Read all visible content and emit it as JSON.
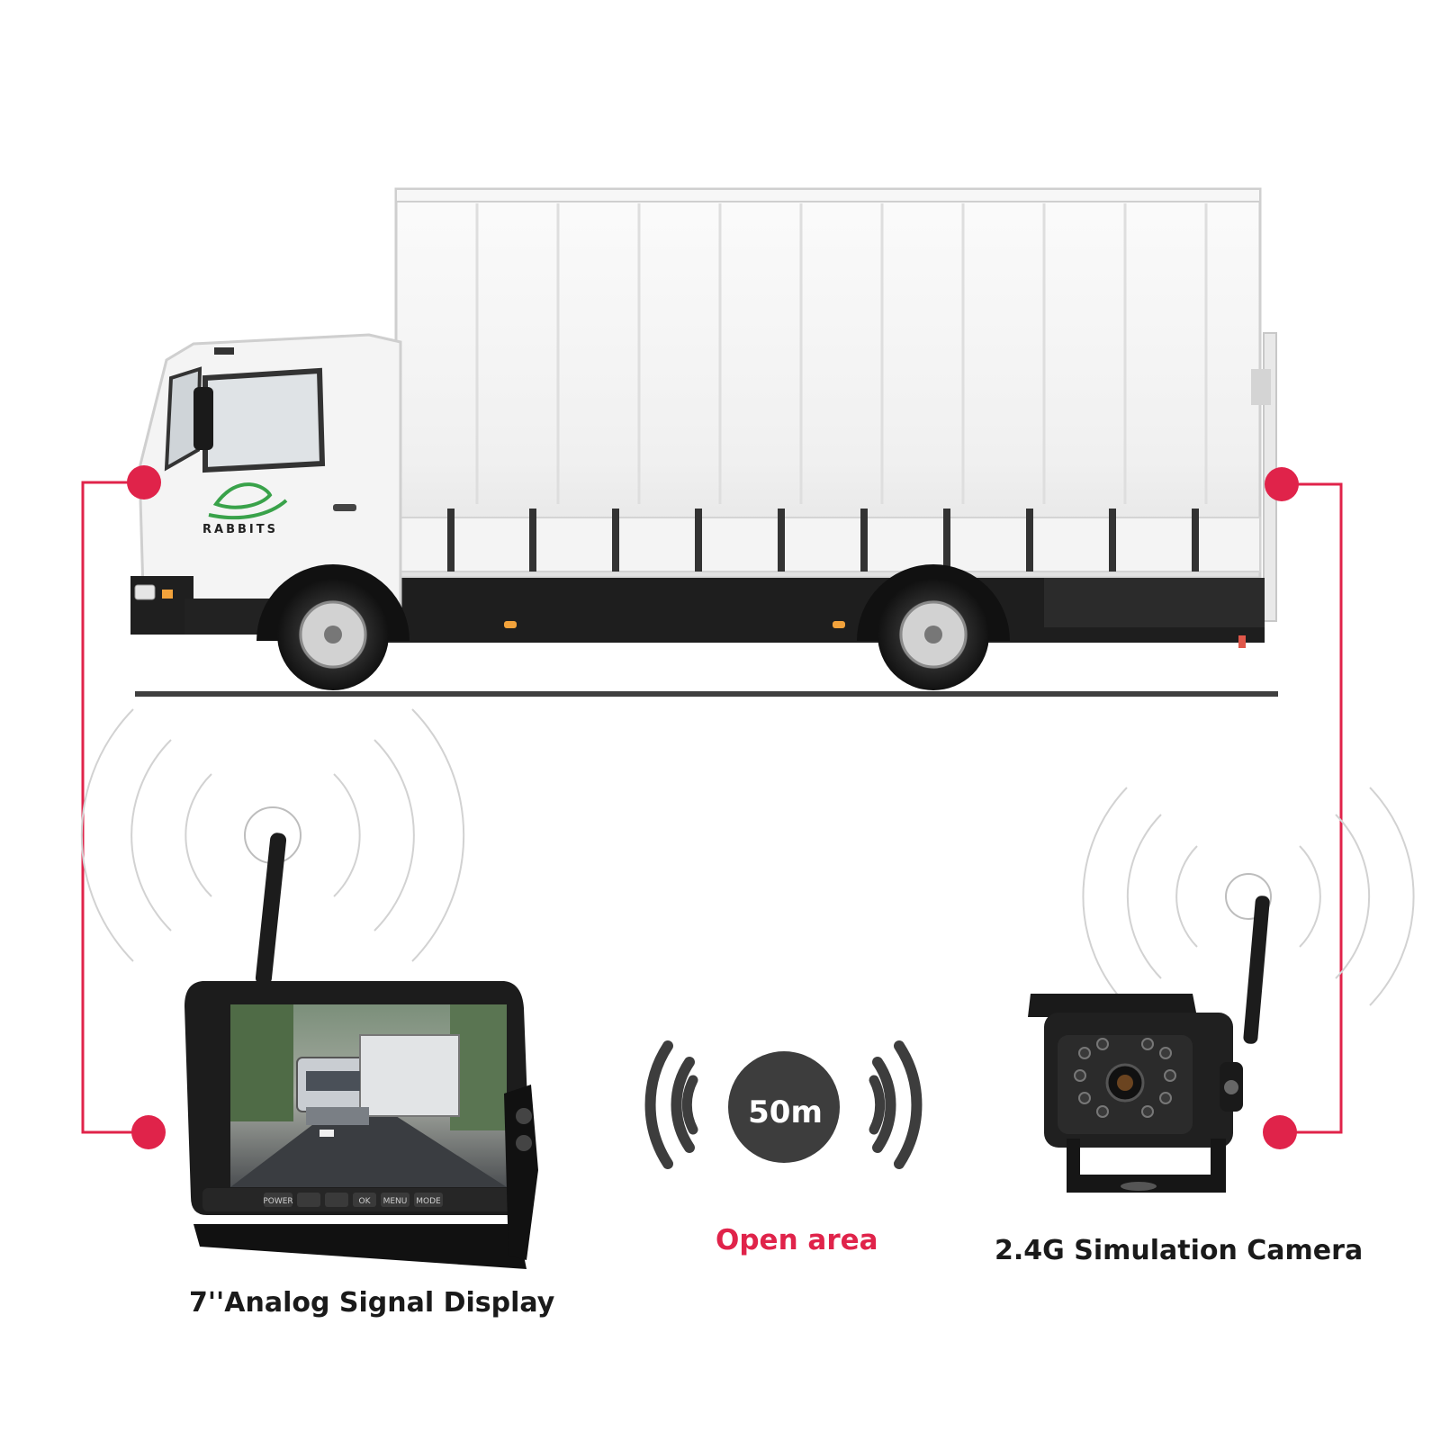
{
  "labels": {
    "display": "7''Analog Signal Display",
    "camera": "2.4G Simulation Camera",
    "range": "50m",
    "range_note": "Open area"
  },
  "monitor_buttons": [
    "POWER",
    "",
    "",
    "OK",
    "MENU",
    "MODE"
  ],
  "truck_logo": {
    "name": "RABBITS"
  },
  "icons": {
    "display_signal": "radio-wave-rings-icon",
    "camera_signal": "radio-wave-rings-icon",
    "range_signal": "wireless-arcs-icon"
  },
  "colors": {
    "connector": "#e0234a",
    "range_badge": "#3d3d3d",
    "truck_body": "#f2f2f2",
    "device": "#1c1c1c"
  }
}
